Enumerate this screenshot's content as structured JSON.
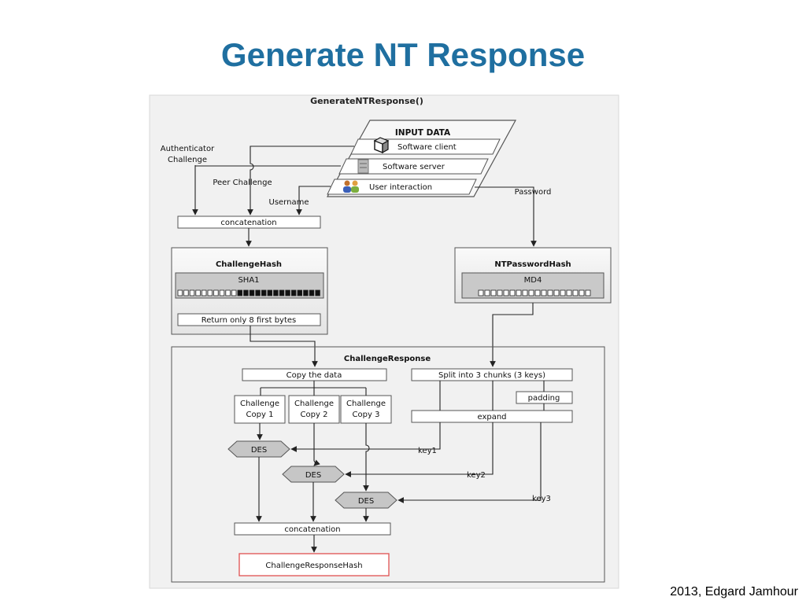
{
  "slide": {
    "title": "Generate NT Response",
    "footer": "2013, Edgard Jamhour"
  },
  "diagram": {
    "title": "GenerateNTResponse()",
    "input_data": {
      "heading": "INPUT DATA",
      "items": [
        "Software client",
        "Software server",
        "User interaction"
      ]
    },
    "labels": {
      "auth_challenge_line1": "Authenticator",
      "auth_challenge_line2": "Challenge",
      "peer_challenge": "Peer Challenge",
      "username": "Username",
      "password": "Password"
    },
    "concatenation_top": "concatenation",
    "challenge_hash": {
      "title": "ChallengeHash",
      "algo": "SHA1",
      "step": "Return only 8 first bytes"
    },
    "nt_password_hash": {
      "title": "NTPasswordHash",
      "algo": "MD4"
    },
    "challenge_response": {
      "title": "ChallengeResponse",
      "copy_data": "Copy the data",
      "split": "Split into 3 chunks (3 keys)",
      "padding": "padding",
      "expand": "expand",
      "copies": [
        {
          "line1": "Challenge",
          "line2": "Copy 1"
        },
        {
          "line1": "Challenge",
          "line2": "Copy 2"
        },
        {
          "line1": "Challenge",
          "line2": "Copy 3"
        }
      ],
      "des": [
        "DES",
        "DES",
        "DES"
      ],
      "keys": [
        "key1",
        "key2",
        "key3"
      ],
      "concatenation": "concatenation",
      "result": "ChallengeResponseHash"
    }
  }
}
